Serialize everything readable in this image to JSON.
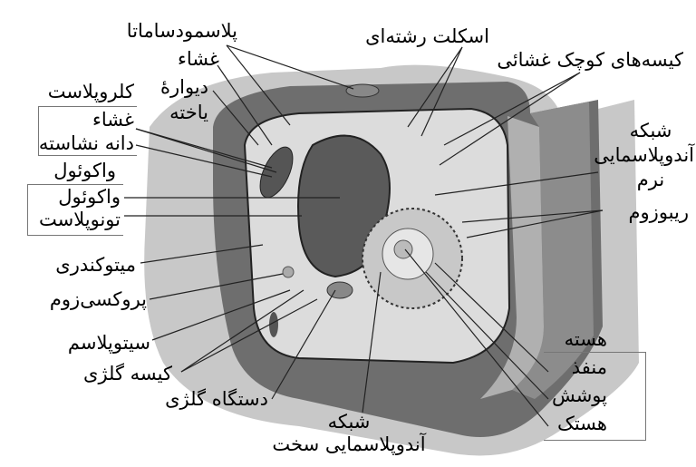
{
  "labels": {
    "plasmodesmata": "پلاسمودساماتا",
    "membrane": "غشاء",
    "cell_wall_1": "دیوارهٔ",
    "cell_wall_2": "یاخته",
    "cytoskeleton": "اسکلت رشته‌ای",
    "vesicles": "کیسه‌های کوچک غشائی",
    "chloroplast": {
      "title": "کلروپلاست",
      "membrane": "غشاء",
      "starch": "دانه نشاسته"
    },
    "vacuole": {
      "title": "واکوئول",
      "vacuole": "واکوئول",
      "tonoplast": "تونوپلاست"
    },
    "smooth_er": [
      "شبکه",
      "آندوپلاسمایی",
      "نرم"
    ],
    "ribosome": "ریبوزوم",
    "mitochondrion": "میتوکندری",
    "peroxisome": "پروکسی‌زوم",
    "cytoplasm": "سیتوپلاسم",
    "golgi_vesicle": "کیسه گلژی",
    "golgi_apparatus": "دستگاه گلژی",
    "rough_er": [
      "شبکه",
      "آندوپلاسمایی سخت"
    ],
    "nucleus": {
      "title": "هسته",
      "pore": "منفذ",
      "envelope": "پوشش",
      "nucleolus": "هستک"
    }
  }
}
